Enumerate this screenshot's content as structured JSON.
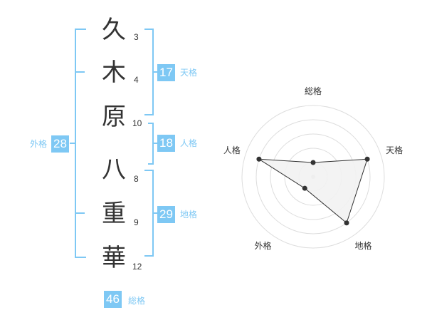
{
  "name_chars": [
    {
      "char": "久",
      "strokes": "3"
    },
    {
      "char": "木",
      "strokes": "4"
    },
    {
      "char": "原",
      "strokes": "10"
    },
    {
      "char": "八",
      "strokes": "8"
    },
    {
      "char": "重",
      "strokes": "9"
    },
    {
      "char": "華",
      "strokes": "12"
    }
  ],
  "fortunes": {
    "tenkaku": {
      "label": "天格",
      "value": "17"
    },
    "jinkaku": {
      "label": "人格",
      "value": "18"
    },
    "chikaku": {
      "label": "地格",
      "value": "29"
    },
    "gaikaku": {
      "label": "外格",
      "value": "28"
    },
    "soukaku": {
      "label": "総格",
      "value": "46"
    }
  },
  "chart_data": {
    "type": "radar",
    "axes": [
      "総格",
      "天格",
      "地格",
      "外格",
      "人格"
    ],
    "values": [
      1,
      4,
      4,
      1,
      4
    ],
    "max": 5,
    "rings": 5,
    "fill_color": "#f2f2f2",
    "line_color": "#333333",
    "grid_color": "#dddddd"
  }
}
